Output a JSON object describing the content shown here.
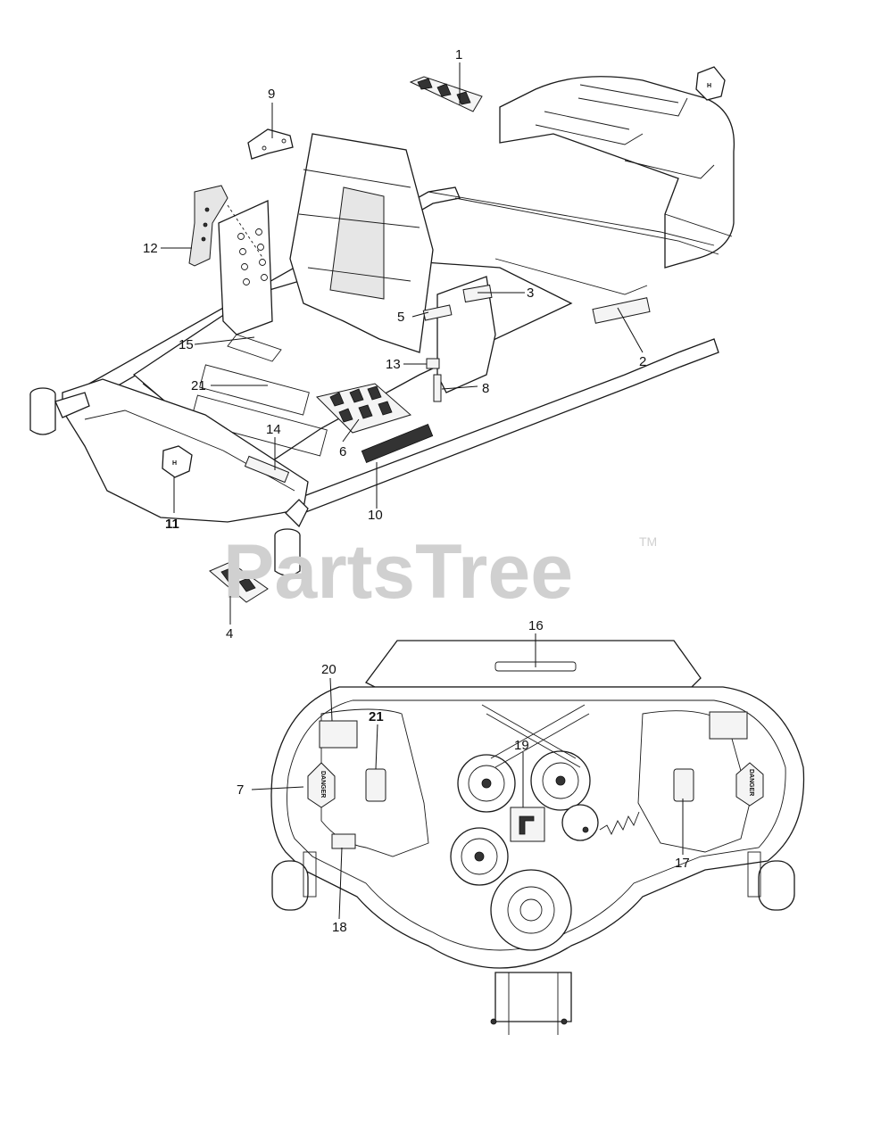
{
  "watermark": {
    "text": "PartsTree",
    "tm": "TM",
    "color": "#d0d0d0"
  },
  "decal_text": {
    "danger": "DANGER",
    "brand_badge": "H"
  },
  "callouts": [
    {
      "id": "c1",
      "label": "1"
    },
    {
      "id": "c2",
      "label": "2"
    },
    {
      "id": "c3",
      "label": "3"
    },
    {
      "id": "c4",
      "label": "4"
    },
    {
      "id": "c5",
      "label": "5"
    },
    {
      "id": "c6",
      "label": "6"
    },
    {
      "id": "c7",
      "label": "7"
    },
    {
      "id": "c8",
      "label": "8"
    },
    {
      "id": "c9",
      "label": "9"
    },
    {
      "id": "c10",
      "label": "10"
    },
    {
      "id": "c11",
      "label": "11"
    },
    {
      "id": "c12",
      "label": "12"
    },
    {
      "id": "c13",
      "label": "13"
    },
    {
      "id": "c14",
      "label": "14"
    },
    {
      "id": "c15",
      "label": "15"
    },
    {
      "id": "c16",
      "label": "16"
    },
    {
      "id": "c17",
      "label": "17"
    },
    {
      "id": "c18",
      "label": "18"
    },
    {
      "id": "c19",
      "label": "19"
    },
    {
      "id": "c20",
      "label": "20"
    },
    {
      "id": "c21a",
      "label": "21"
    },
    {
      "id": "c21b",
      "label": "21"
    }
  ]
}
